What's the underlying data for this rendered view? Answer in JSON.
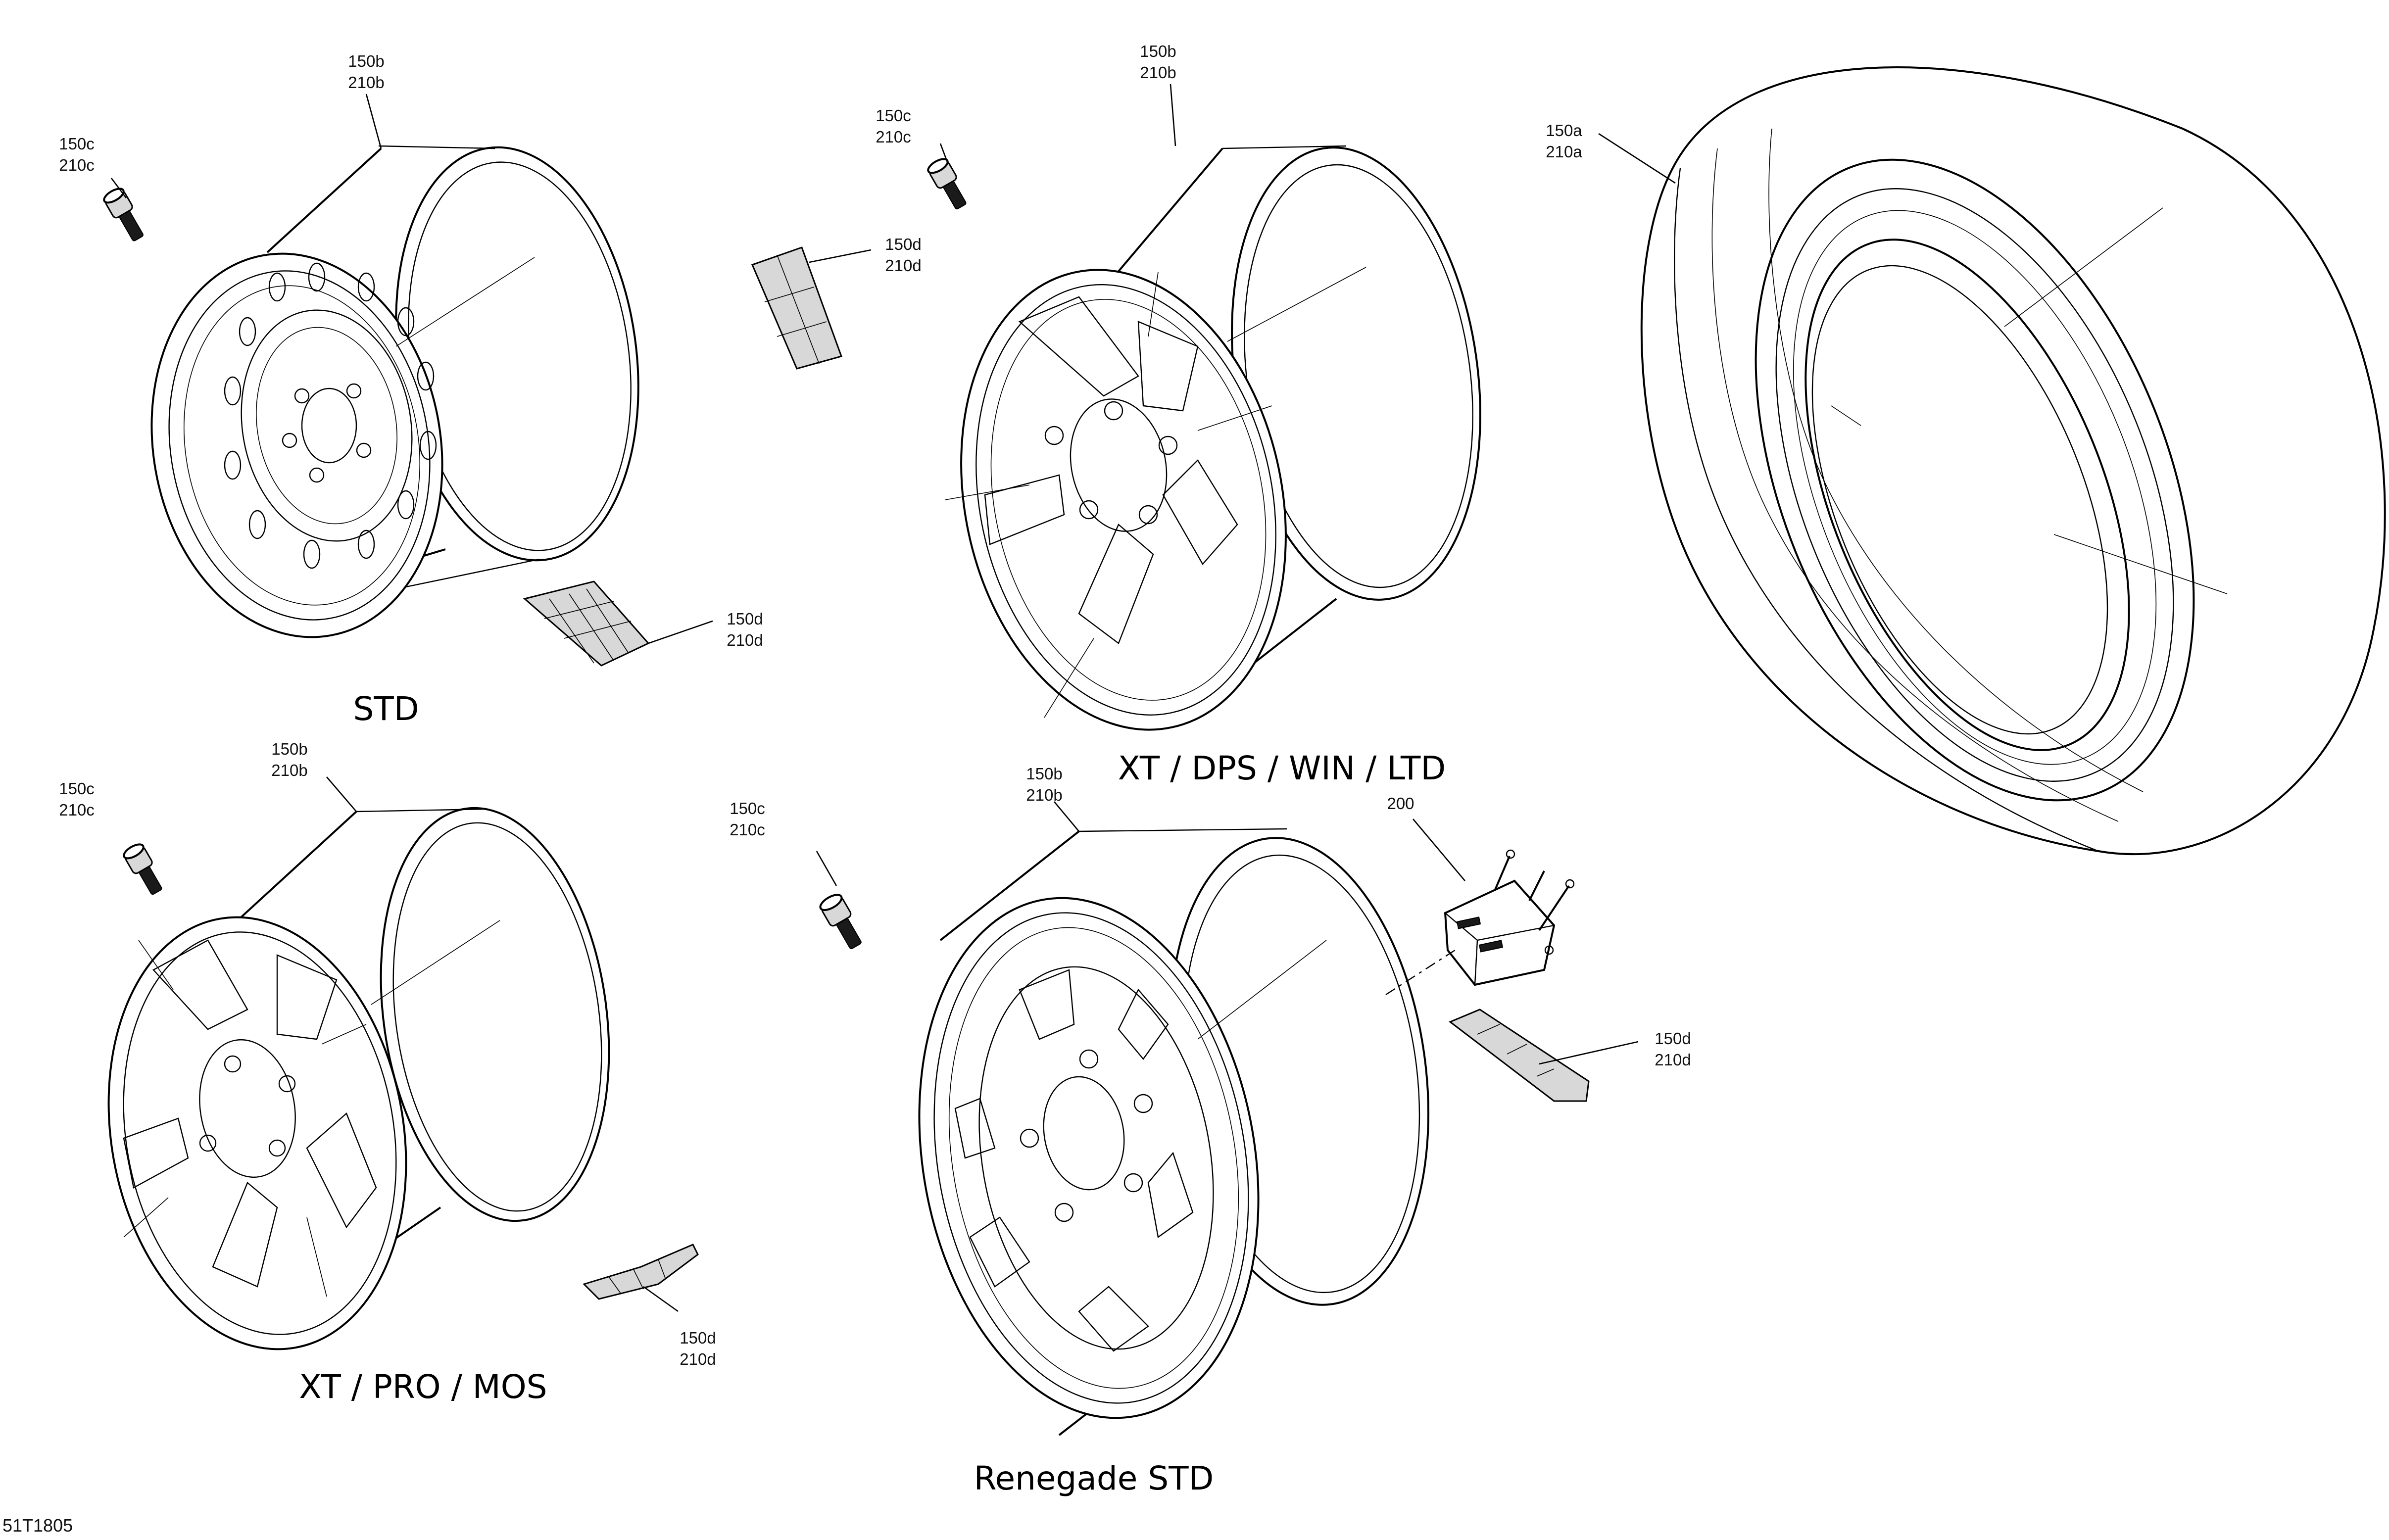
{
  "diagram": {
    "document_id": "51T1805",
    "variant_labels": {
      "std": "STD",
      "xt_dps_win_ltd": "XT / DPS / WIN / LTD",
      "xt_pro_mos": "XT / PRO / MOS",
      "renegade_std": "Renegade STD"
    },
    "callouts": {
      "tire": {
        "line1": "150a",
        "line2": "210a"
      },
      "std_rim": {
        "line1": "150b",
        "line2": "210b"
      },
      "std_valve": {
        "line1": "150c",
        "line2": "210c"
      },
      "std_weight": {
        "line1": "150d",
        "line2": "210d"
      },
      "xt_rim": {
        "line1": "150b",
        "line2": "210b"
      },
      "xt_valve": {
        "line1": "150c",
        "line2": "210c"
      },
      "xt_weight": {
        "line1": "150d",
        "line2": "210d"
      },
      "pro_rim": {
        "line1": "150b",
        "line2": "210b"
      },
      "pro_valve": {
        "line1": "150c",
        "line2": "210c"
      },
      "pro_weight": {
        "line1": "150d",
        "line2": "210d"
      },
      "ren_rim": {
        "line1": "150b",
        "line2": "210b"
      },
      "ren_valve": {
        "line1": "150c",
        "line2": "210c"
      },
      "ren_weight": {
        "line1": "150d",
        "line2": "210d"
      },
      "ren_cap": {
        "line1": "200"
      }
    }
  }
}
